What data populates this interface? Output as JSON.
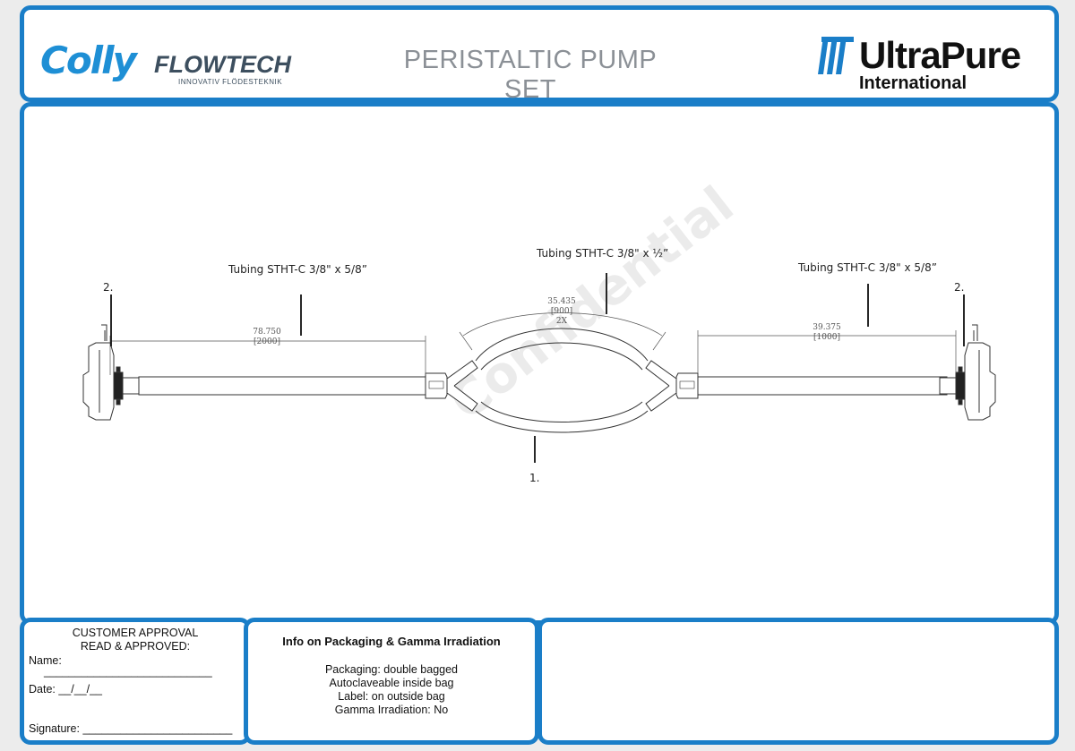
{
  "header": {
    "colly_logo": "Colly",
    "flowtech_logo": "FLOWTECH",
    "colly_tagline": "INNOVATIV FLÖDESTEKNIK",
    "title": "PERISTALTIC PUMP SET",
    "ultrapure_logo": "UltraPure",
    "ultrapure_sub": "International",
    "brand_blue": "#1a7ec8"
  },
  "drawing": {
    "watermark": "Confidential",
    "tubing_left": "Tubing STHT-C 3/8\" x 5/8”",
    "tubing_center": "Tubing STHT-C 3/8\" x ½”",
    "tubing_right": "Tubing STHT-C 3/8\" x 5/8”",
    "item_left": "2.",
    "item_right": "2.",
    "item_bottom": "1.",
    "dim_left": {
      "value": "78.750",
      "metric": "[2000]"
    },
    "dim_center": {
      "value": "35.435",
      "metric": "[900]",
      "qty": "2X"
    },
    "dim_right": {
      "value": "39.375",
      "metric": "[1000]"
    }
  },
  "approval": {
    "heading_1": "CUSTOMER APPROVAL",
    "heading_2": "READ & APPROVED:",
    "name_label": "Name:",
    "name_line": "___________________________",
    "date_label": "Date: __/__/__",
    "signature_label": "Signature: ________________________"
  },
  "info": {
    "heading": "Info on Packaging & Gamma Irradiation",
    "lines": [
      "Packaging: double bagged",
      "Autoclaveable inside bag",
      "Label: on outside bag",
      "Gamma Irradiation: No"
    ]
  }
}
